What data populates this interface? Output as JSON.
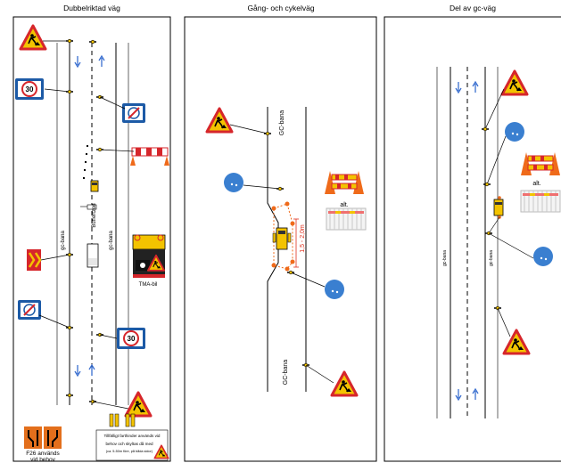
{
  "panels": {
    "p1_title": "Dubbelriktad väg",
    "p2_title": "Gång- och cykelväg",
    "p3_title": "Del av gc-väg"
  },
  "labels": {
    "gc_bana": "gc-bana",
    "buffertzon": "Buffertzon",
    "tma_bil": "TMA-bil",
    "f26_line1": "F26 används",
    "f26_line2": "vid behov",
    "tillfalligt": "Tillfälligt farthinder används vid",
    "tillfalligt2": "behov och skyltas då med",
    "tillfalligt3": "(ca. 5-50m före, på båda sidor)",
    "GC_bana": "GC-bana",
    "alt": "alt.",
    "dim": "1,5 - 2,0m",
    "limit": "30"
  },
  "colors": {
    "sign_red": "#d6262b",
    "sign_yellow": "#f3c300",
    "sign_blue": "#1c5aa6",
    "circle_blue": "#3a7fd0",
    "barrier_orange": "#ef6a1a",
    "dim_red": "#e0301e"
  }
}
